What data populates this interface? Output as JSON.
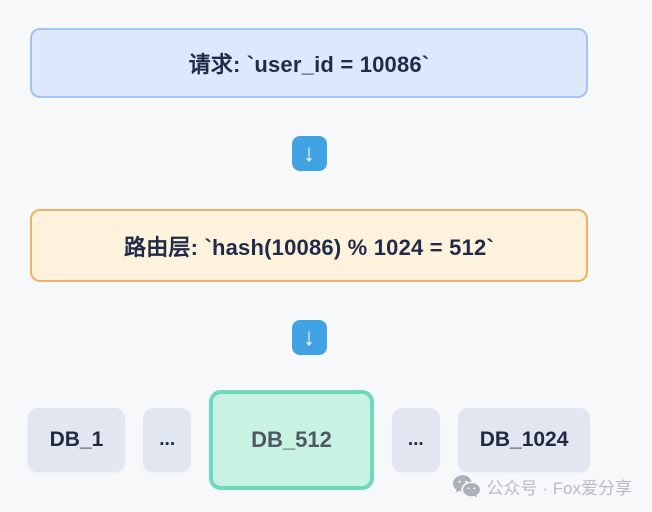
{
  "page": {
    "background": "#f7f8fa"
  },
  "flow": {
    "request_box": {
      "label": "请求: `user_id = 10086`",
      "bg": "#dce8fb",
      "border": "#a3c3f5"
    },
    "arrow_glyph": "↓",
    "arrow_bg": "#41a3e3",
    "routing_box": {
      "label": "路由层: `hash(10086) % 1024 = 512`",
      "bg": "#fdf3dd",
      "border": "#f0b164"
    },
    "databases": [
      {
        "label": "DB_1",
        "highlighted": false
      },
      {
        "label": "...",
        "highlighted": false
      },
      {
        "label": "DB_512",
        "highlighted": true
      },
      {
        "label": "...",
        "highlighted": false
      },
      {
        "label": "DB_1024",
        "highlighted": false
      }
    ],
    "db_colors": {
      "normal_bg": "#e2e6f0",
      "highlight_bg": "#c8f2e2",
      "highlight_border": "#70d8bc"
    }
  },
  "watermark": {
    "text": "公众号 · Fox爱分享"
  }
}
